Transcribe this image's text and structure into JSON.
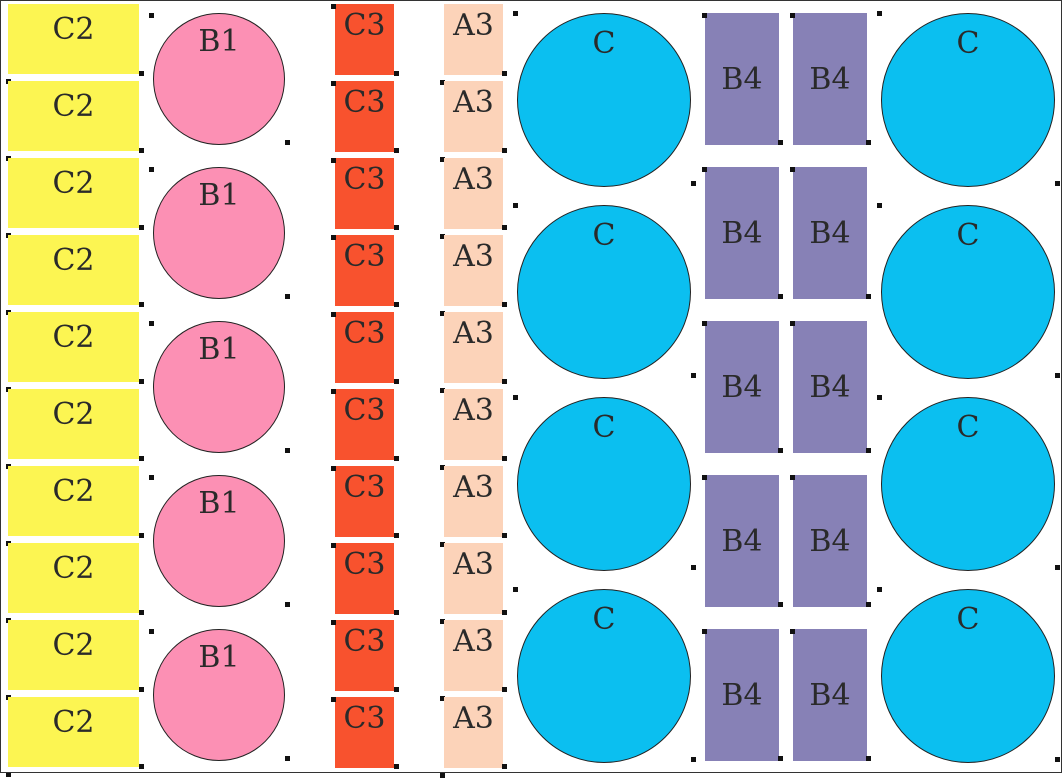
{
  "colors": {
    "c2": "#fcf552",
    "b1": "#fc90b4",
    "c3": "#f8522e",
    "a3": "#fcd3b9",
    "c": "#0bbff0",
    "b4": "#8781b6"
  },
  "labels": {
    "c2": "C2",
    "b1": "B1",
    "c3": "C3",
    "a3": "A3",
    "c": "C",
    "b4": "B4"
  },
  "pieces": {
    "c2_count": 10,
    "b1_count": 5,
    "c3_count": 10,
    "a3_count": 10,
    "c_count": 8,
    "b4_count": 10
  }
}
